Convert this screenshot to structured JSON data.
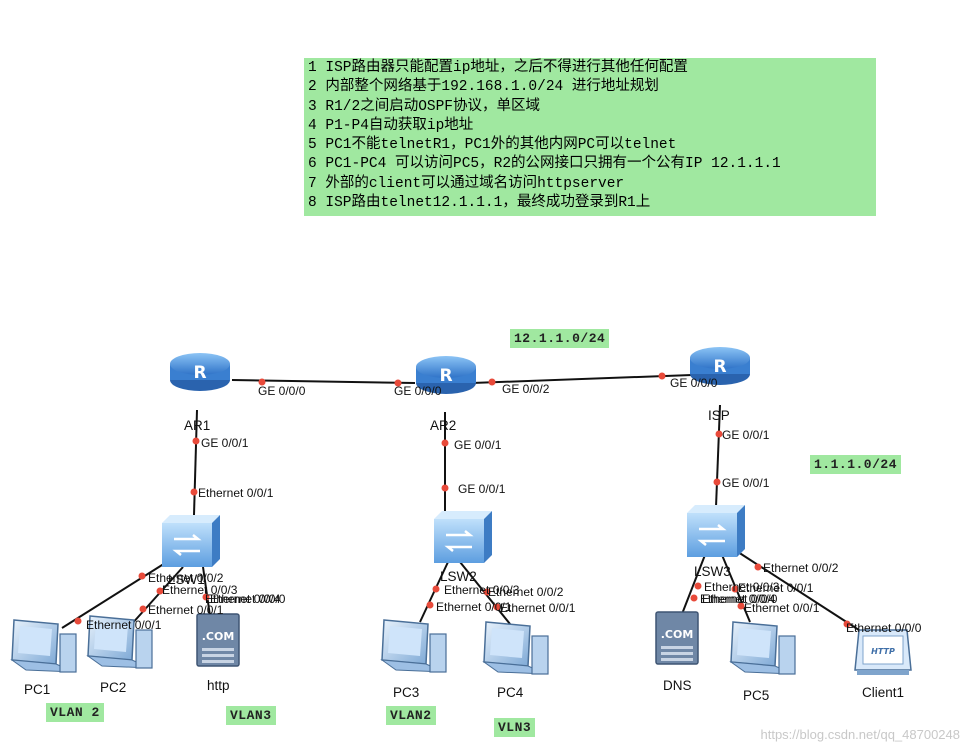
{
  "requirements": [
    "1 ISP路由器只能配置ip地址，之后不得进行其他任何配置",
    "2 内部整个网络基于192.168.1.0/24 进行地址规划",
    "3 R1/2之间启动OSPF协议，单区域",
    "4 P1-P4自动获取ip地址",
    "5 PC1不能telnetR1，PC1外的其他内网PC可以telnet",
    "6 PC1-PC4 可以访问PC5，R2的公网接口只拥有一个公有IP 12.1.1.1",
    "7 外部的client可以通过域名访问httpserver",
    "8 ISP路由telnet12.1.1.1，最终成功登录到R1上"
  ],
  "subnets": {
    "wan": "12.1.1.0/24",
    "isp": "1.1.1.0/24"
  },
  "vlans": {
    "pc1_pc2": "VLAN 2",
    "http": "VLAN3",
    "pc3": "VLAN2",
    "pc4": "VLN3"
  },
  "devices": {
    "ar1": "AR1",
    "ar2": "AR2",
    "isp": "ISP",
    "lsw1": "LSW1",
    "lsw2": "LSW2",
    "lsw3": "LSW3",
    "pc1": "PC1",
    "pc2": "PC2",
    "http": "http",
    "pc3": "PC3",
    "pc4": "PC4",
    "dns": "DNS",
    "pc5": "PC5",
    "client1": "Client1"
  },
  "device_glyphs": {
    "router": "R",
    "server": ".COM",
    "http_client": "HTTP"
  },
  "ports": {
    "ar1_ge000": "GE 0/0/0",
    "ar2_ge000": "GE 0/0/0",
    "ar2_ge002": "GE 0/0/2",
    "isp_ge000": "GE 0/0/0",
    "ar1_ge001": "GE 0/0/1",
    "lsw1_eth001": "Ethernet 0/0/1",
    "ar2_ge001": "GE 0/0/1",
    "lsw2_ge001": "GE 0/0/1",
    "isp_ge001": "GE 0/0/1",
    "lsw3_ge001": "GE 0/0/1",
    "lsw1_eth002": "Ethernet 0/0/2",
    "lsw1_eth003": "Ethernet 0/0/3",
    "lsw1_eth004": "Ethernet 0/0/4",
    "pc1_eth001": "Ethernet 0/0/1",
    "pc2_eth001": "Ethernet 0/0/1",
    "http_eth000": "Ethernet 0/0/0",
    "lsw2_eth003": "Ethernet 0/0/3",
    "lsw2_eth002": "Ethernet 0/0/2",
    "pc3_eth001": "Ethernet 0/0/1",
    "pc4_eth001": "Ethernet 0/0/1",
    "lsw3_eth002": "Ethernet 0/0/2",
    "lsw3_eth003": "Ethernet 0/0/3",
    "lsw3_eth001": "Ethernet 0/0/1",
    "lsw3_eth004": "Ethernet 0/0/4",
    "dns_eth000": "Ethernet 0/0/0",
    "pc5_eth001": "Ethernet 0/0/1",
    "client1_eth000": "Ethernet 0/0/0"
  },
  "watermark": "https://blog.csdn.net/qq_48700248",
  "colors": {
    "note_bg": "#a0e8a0",
    "port_dot": "#e84a3a",
    "device_blue": "#4a8fd8"
  }
}
